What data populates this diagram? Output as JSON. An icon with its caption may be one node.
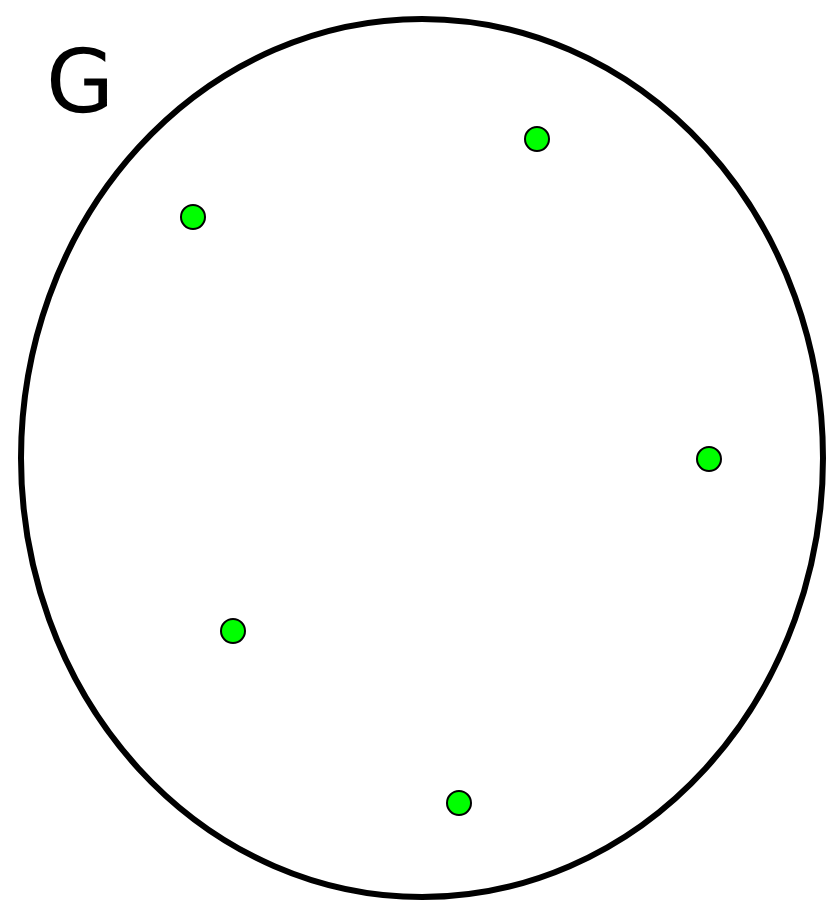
{
  "diagram": {
    "nodes": [
      {
        "text": [
          "G"
        ]
      },
      {
        "text": [],
        "shape": "circle",
        "in": 0
      },
      {
        "text": [],
        "shape": "circle",
        "in": 0
      },
      {
        "text": [],
        "shape": "circle",
        "in": 0
      },
      {
        "text": [],
        "shape": "circle",
        "in": 0
      },
      {
        "text": [],
        "shape": "circle",
        "in": 0
      }
    ]
  }
}
